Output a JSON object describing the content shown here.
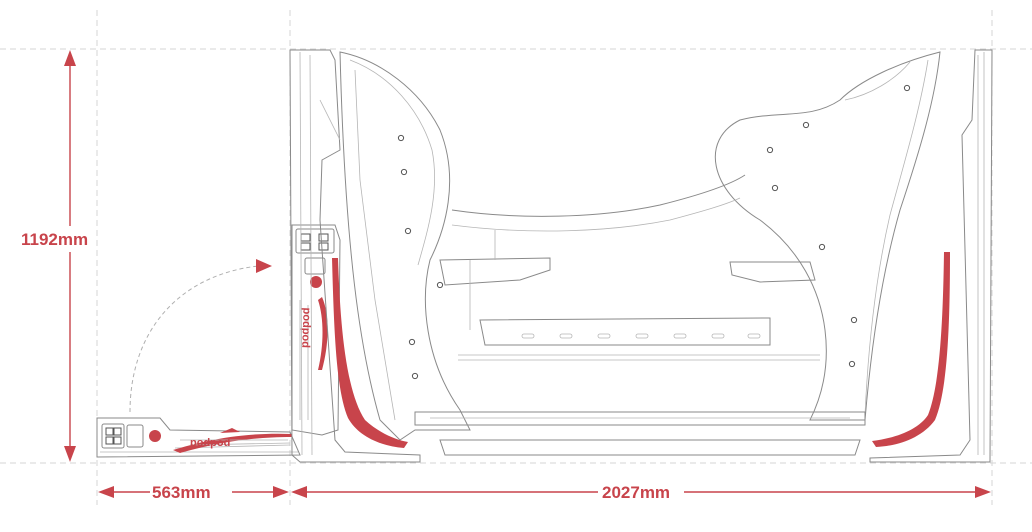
{
  "dimensions": {
    "height": "1192mm",
    "folded_depth": "563mm",
    "open_width": "2027mm"
  },
  "branding": {
    "logo_text": "podpod"
  },
  "colors": {
    "accent": "#c8444b",
    "line": "#8a8a8a",
    "guide": "#d6d6d6"
  }
}
